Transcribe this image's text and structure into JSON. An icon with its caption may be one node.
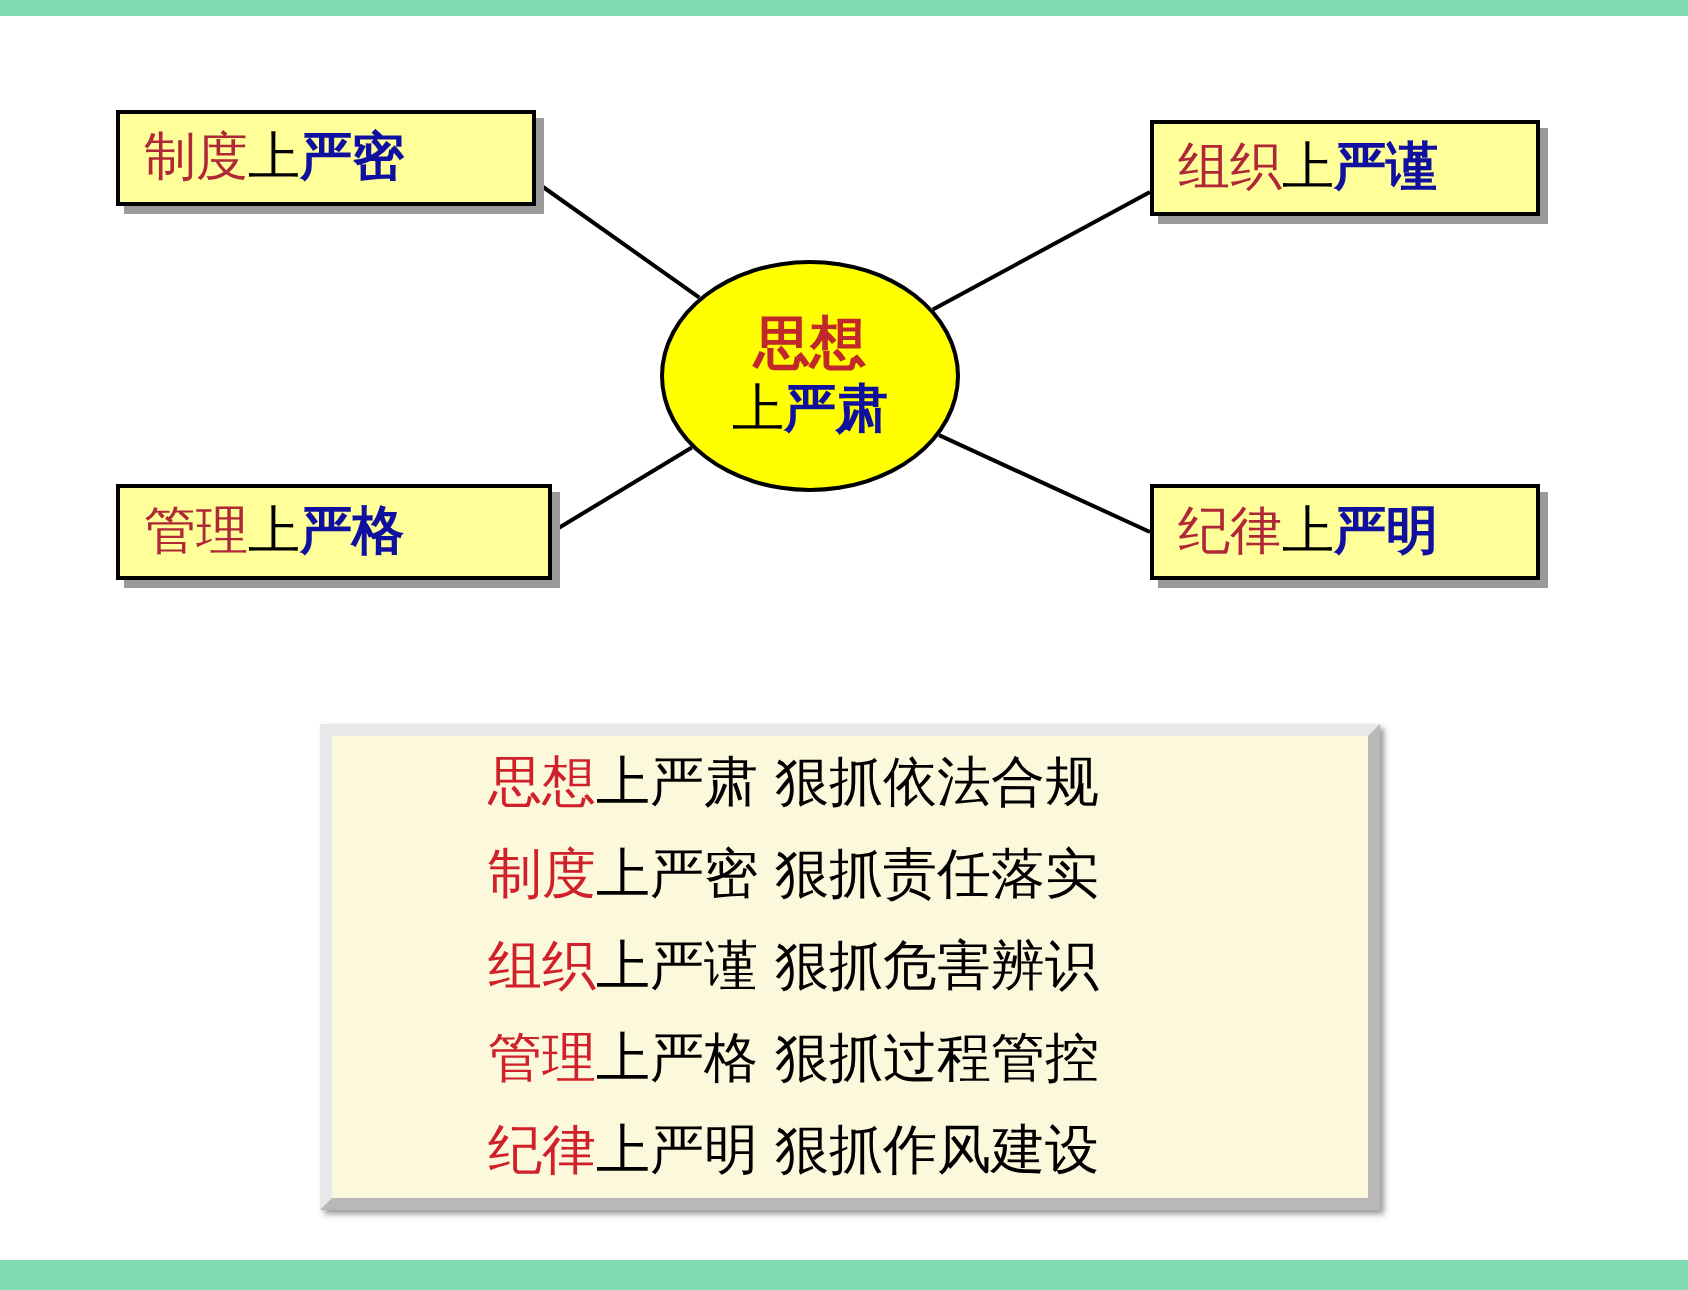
{
  "diagram": {
    "nodes": [
      {
        "text": [
          "制度上**严密**"
        ]
      },
      {
        "text": [
          "组织上**严谨**"
        ]
      },
      {
        "text": [
          "思想",
          "上**严肃**"
        ]
      },
      {
        "text": [
          "管理上**严格**"
        ]
      },
      {
        "text": [
          "纪律上**严明**"
        ]
      },
      {
        "text": [
          "思想上严肃 狠抓依法合规",
          "制度上严密 狠抓责任落实",
          "组织上严谨 狠抓危害辨识",
          "管理上严格 狠抓过程管控",
          "纪律上严明 狠抓作风建设"
        ]
      }
    ],
    "edges": [
      {
        "from": 0,
        "to": 2,
        "arrow": "none"
      },
      {
        "from": 1,
        "to": 2,
        "arrow": "none"
      },
      {
        "from": 3,
        "to": 2,
        "arrow": "none"
      },
      {
        "from": 4,
        "to": 2,
        "arrow": "none"
      }
    ]
  }
}
